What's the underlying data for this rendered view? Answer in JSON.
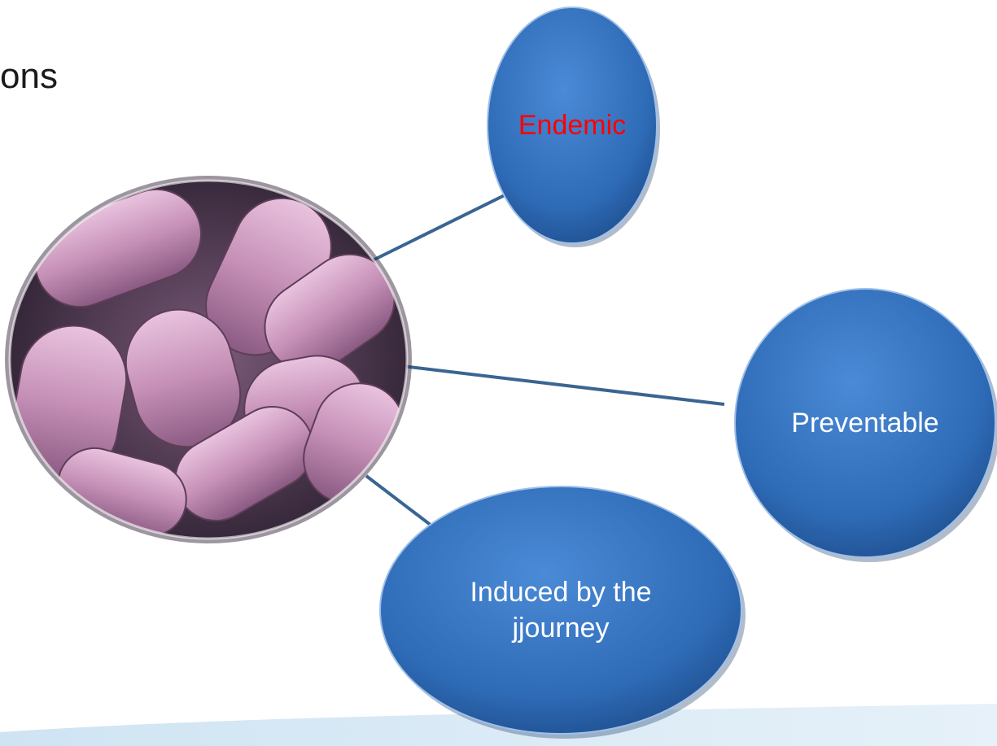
{
  "title": "ons",
  "center_image": {
    "description_icon": "bacteria-photo"
  },
  "nodes": [
    {
      "id": "endemic",
      "label": "Endemic",
      "color": "#ff0000"
    },
    {
      "id": "preventable",
      "label": "Preventable",
      "color": "#ffffff"
    },
    {
      "id": "induced",
      "label": "Induced by the jjourney",
      "color": "#ffffff"
    }
  ],
  "colors": {
    "node_fill": "#2f6cb8",
    "node_fill_dark": "#1f4f8f",
    "connector": "#3a6592",
    "footer_wave": "#cfe4f3"
  }
}
